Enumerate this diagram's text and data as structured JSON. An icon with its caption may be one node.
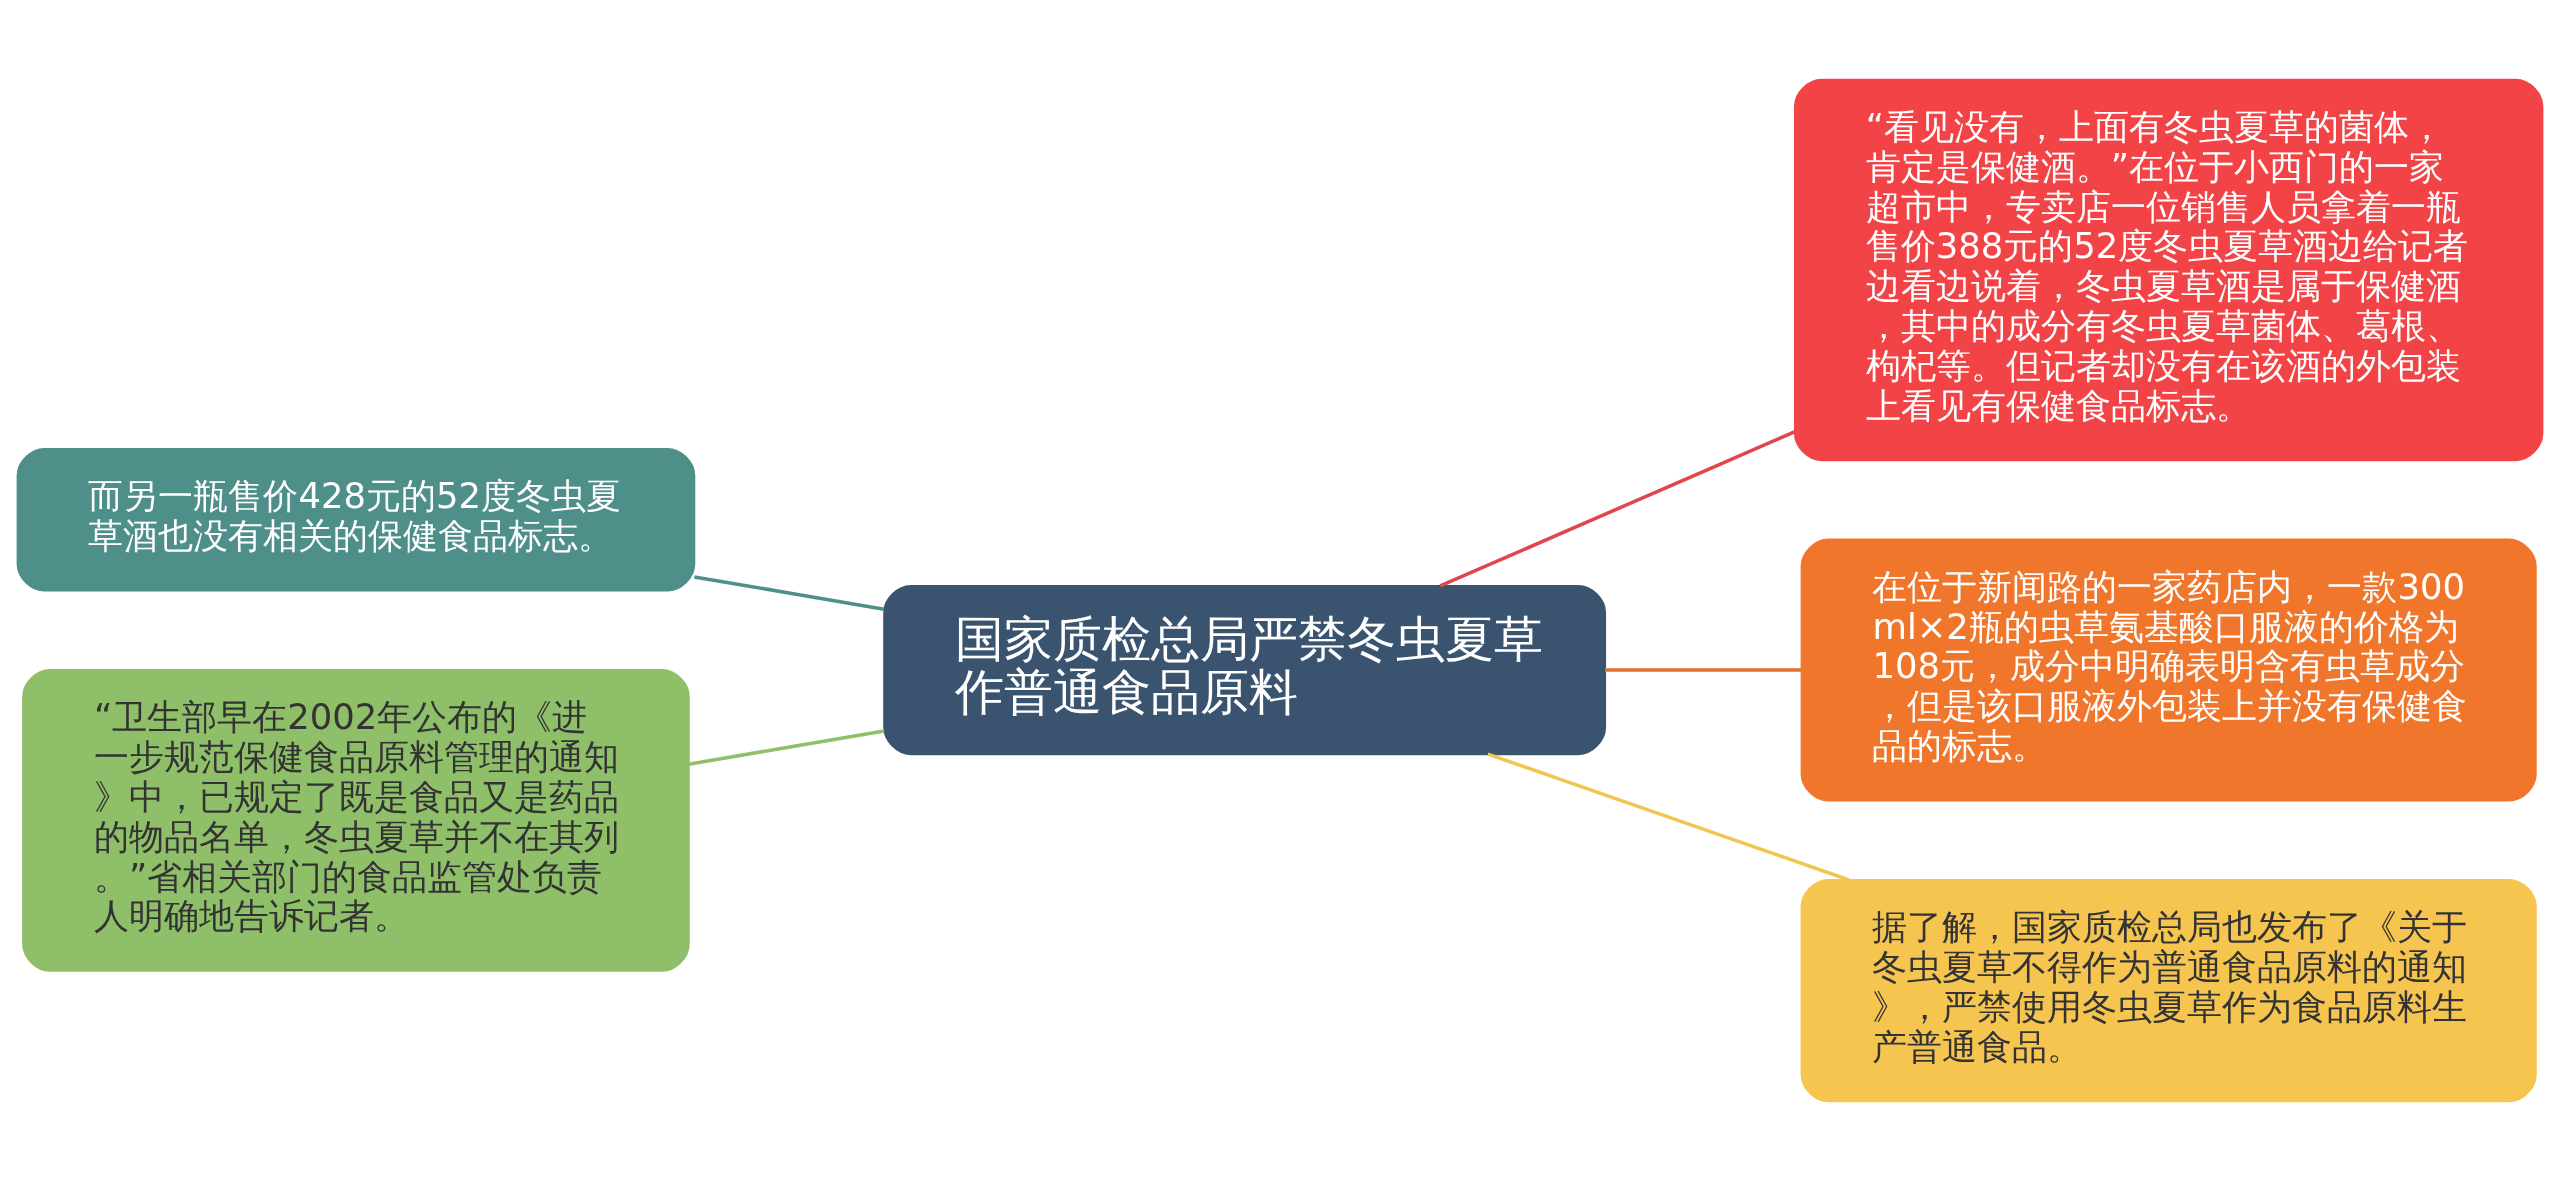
{
  "diagram": {
    "nodes": [
      {
        "text": [
          "国家质检总局严禁冬虫夏草作普通食品原料"
        ]
      },
      {
        "text": [
          "“看见没有，上面有冬虫夏草的菌体，肯定是保健酒。”在位于小西门的一家超市中，专卖店一位销售人员拿着一瓶售价388元的52度冬虫夏草酒边给记者边看边说着，冬虫夏草酒是属于保健酒，其中的成分有冬虫夏草菌体、葛根、枸杞等。但记者却没有在该酒的外包装上看见有保健食品标志。"
        ]
      },
      {
        "text": [
          "在位于新闻路的一家药店内，一款300ml×2瓶的虫草氨基酸口服液的价格为108元，成分中明确表明含有虫草成分，但是该口服液外包装上并没有保健食品的标志。"
        ]
      },
      {
        "text": [
          "据了解，国家质检总局也发布了《关于冬虫夏草不得作为普通食品原料的通知》，严禁使用冬虫夏草作为食品原料生产普通食品。"
        ]
      },
      {
        "text": [
          "而另一瓶售价428元的52度冬虫夏草酒也没有相关的保健食品标志。"
        ]
      },
      {
        "text": [
          "“卫生部早在2002年公布的《进一步规范保健食品原料管理的通知》中，已规定了既是食品又是药品的物品名单，冬虫夏草并不在其列。”省相关部门的食品监管处负责人明确地告诉记者。"
        ]
      }
    ],
    "edges": [
      {
        "from": 0,
        "to": 1,
        "arrow": "none",
        "color": "#e0474c"
      },
      {
        "from": 0,
        "to": 2,
        "arrow": "none",
        "color": "#e0702a"
      },
      {
        "from": 0,
        "to": 3,
        "arrow": "none",
        "color": "#f0c650"
      },
      {
        "from": 0,
        "to": 4,
        "arrow": "none",
        "color": "#4e8f8a"
      },
      {
        "from": 0,
        "to": 5,
        "arrow": "none",
        "color": "#8fbf69"
      }
    ]
  }
}
